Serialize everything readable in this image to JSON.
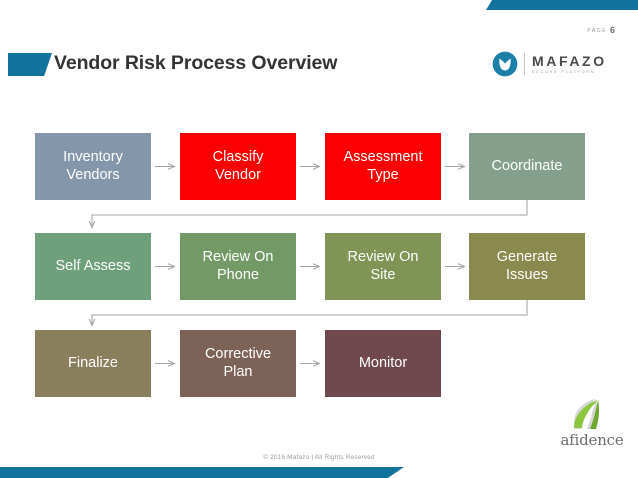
{
  "slide": {
    "page_label": "PAGE",
    "page_number": "6",
    "title": "Vendor Risk Process Overview",
    "accent_color": "#11729B",
    "background": "#ffffff"
  },
  "brand_logo": {
    "name": "MAFAZO",
    "tagline": "SECURE PLATFORM",
    "mark_color": "#1B7FA8"
  },
  "partner_logo": {
    "name": "afidence",
    "swoosh_color": "#8CC63F",
    "text_color": "#6d6e70"
  },
  "footer": {
    "copyright": "© 2016 Mafazo | All Rights Reserved"
  },
  "diagram": {
    "type": "process-flow",
    "connector_color": "#A6A6A6",
    "rows": [
      {
        "row_index": 1,
        "nodes": [
          {
            "label": "Inventory\nVendors",
            "line1": "Inventory",
            "line2": "Vendors",
            "color": "#8496A9"
          },
          {
            "label": "Classify\nVendor",
            "line1": "Classify",
            "line2": "Vendor",
            "color": "#FA0000"
          },
          {
            "label": "Assessment\nType",
            "line1": "Assessment",
            "line2": "Type",
            "color": "#FA0000"
          },
          {
            "label": "Coordinate",
            "line1": "Coordinate",
            "line2": "",
            "color": "#84A08C"
          }
        ]
      },
      {
        "row_index": 2,
        "nodes": [
          {
            "label": "Self Assess",
            "line1": "Self Assess",
            "line2": "",
            "color": "#6FA07C"
          },
          {
            "label": "Review On\nPhone",
            "line1": "Review On",
            "line2": "Phone",
            "color": "#739A66"
          },
          {
            "label": "Review On\nSite",
            "line1": "Review On",
            "line2": "Site",
            "color": "#7F9455"
          },
          {
            "label": "Generate\nIssues",
            "line1": "Generate",
            "line2": "Issues",
            "color": "#8A8A4E"
          }
        ]
      },
      {
        "row_index": 3,
        "nodes": [
          {
            "label": "Finalize",
            "line1": "Finalize",
            "line2": "",
            "color": "#8A7F5C"
          },
          {
            "label": "Corrective\nPlan",
            "line1": "Corrective",
            "line2": "Plan",
            "color": "#7D6258"
          },
          {
            "label": "Monitor",
            "line1": "Monitor",
            "line2": "",
            "color": "#70494E"
          }
        ]
      }
    ],
    "sequence": [
      "Inventory Vendors",
      "Classify Vendor",
      "Assessment Type",
      "Coordinate",
      "Self Assess",
      "Review On Phone",
      "Review On Site",
      "Generate Issues",
      "Finalize",
      "Corrective Plan",
      "Monitor"
    ]
  }
}
